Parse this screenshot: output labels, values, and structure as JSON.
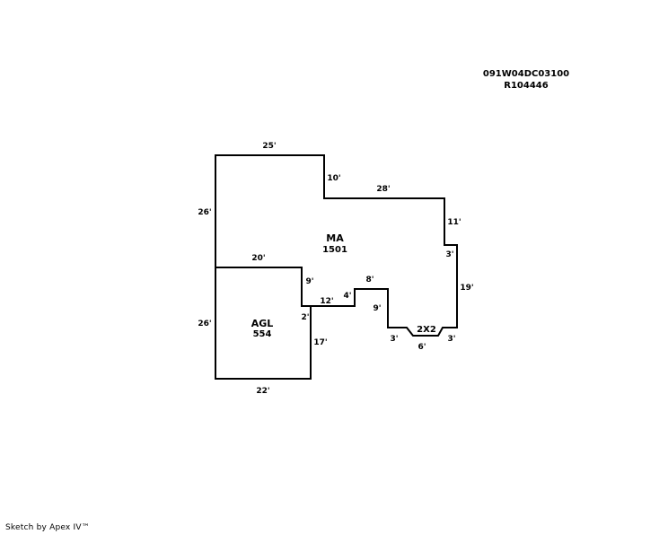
{
  "header": {
    "parcel_id": "091W04DC03100",
    "account_id": "R104446"
  },
  "areas": [
    {
      "code": "MA",
      "size": "1501"
    },
    {
      "code": "AGL",
      "size": "554"
    },
    {
      "code": "2X2",
      "size": ""
    }
  ],
  "dimensions": {
    "d25": "25'",
    "d10": "10'",
    "d28": "28'",
    "d26_top": "26'",
    "d11": "11'",
    "d3_right": "3'",
    "d20": "20'",
    "d9_left": "9'",
    "d8": "8'",
    "d19": "19'",
    "d4": "4'",
    "d12": "12'",
    "d9_right": "9'",
    "d2": "2'",
    "d26_bottom": "26'",
    "d17": "17'",
    "d3_bl": "3'",
    "d3_br": "3'",
    "d6": "6'",
    "d22": "22'"
  },
  "footer": {
    "credit": "Sketch by Apex IV™"
  }
}
